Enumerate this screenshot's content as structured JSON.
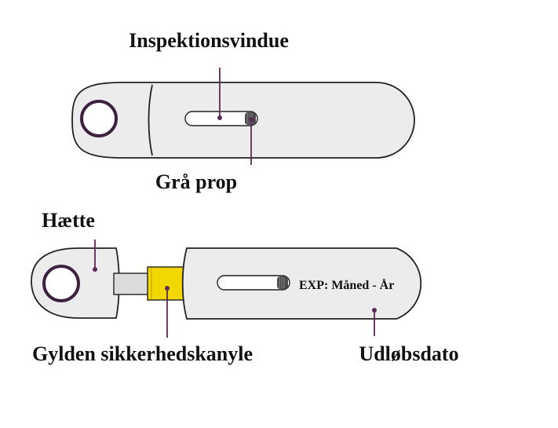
{
  "labels": {
    "inspection_window": "Inspektionsvindue",
    "grey_plunger": "Grå prop",
    "cap": "Hætte",
    "golden_needle": "Gylden sikkerhedskanyle",
    "expiry_label": "Udløbsdato",
    "expiry_print": "EXP: Måned - År"
  },
  "colors": {
    "device_fill": "#ececec",
    "outline": "#222222",
    "leader_lines": "#5b2a57",
    "ring": "#3d2240",
    "needle_shield": "#f0d800",
    "plunger": "#4a4a4a"
  }
}
